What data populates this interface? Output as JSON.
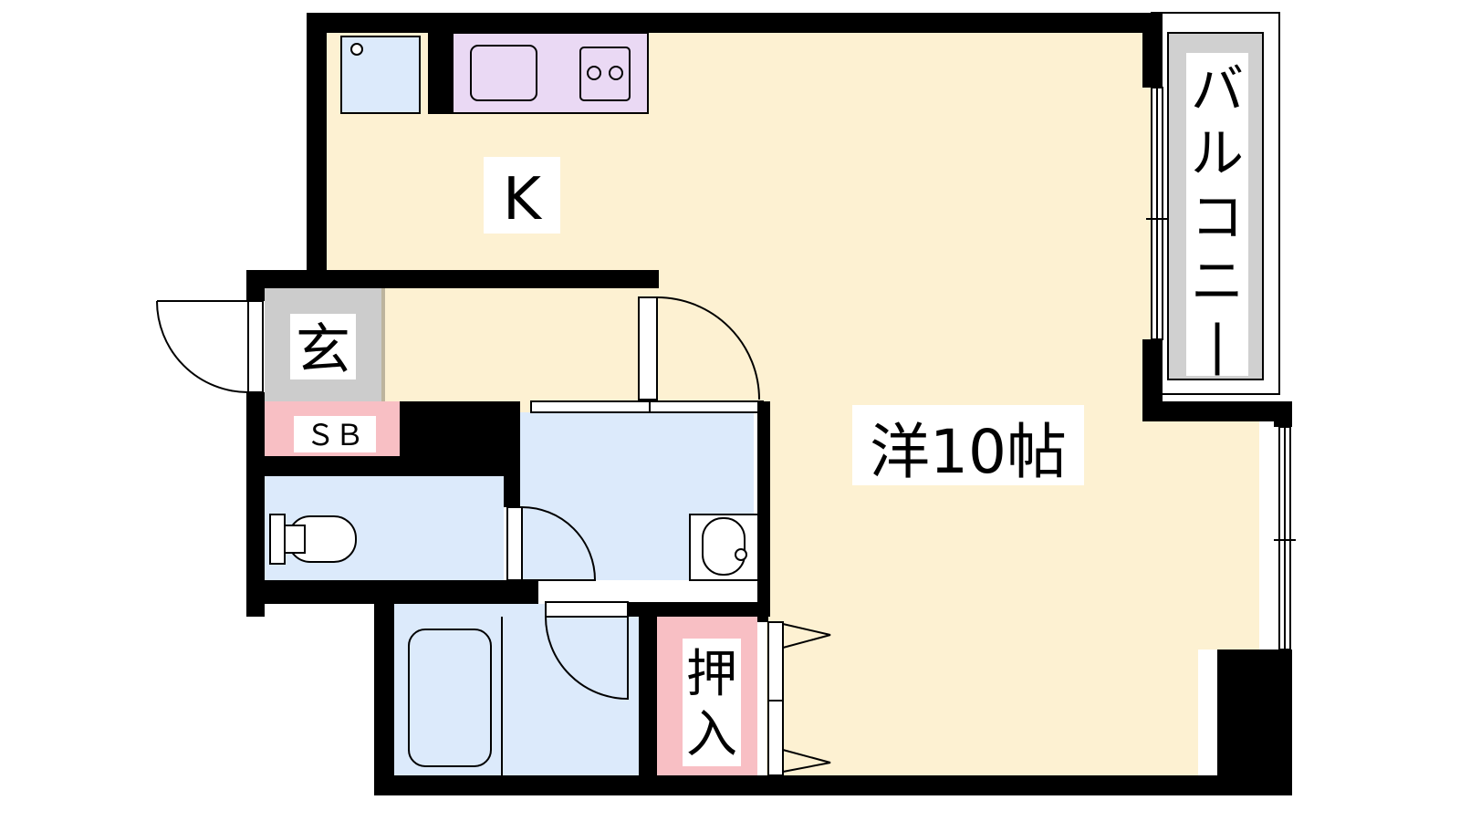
{
  "floorplan": {
    "labels": {
      "kitchen": "K",
      "entrance": "玄",
      "shoe_box": "ＳＢ",
      "western_room": "洋10帖",
      "closet": "押入",
      "balcony": "バルコニー"
    },
    "colors": {
      "wall": "#000000",
      "living": "#fdf1d2",
      "wet_area": "#dceafb",
      "kitchen_counter": "#ead9f4",
      "entrance_floor": "#cccccc",
      "storage": "#f8bfc4",
      "balcony_floor": "#d0d0d0",
      "label_bg": "#ffffff"
    }
  }
}
